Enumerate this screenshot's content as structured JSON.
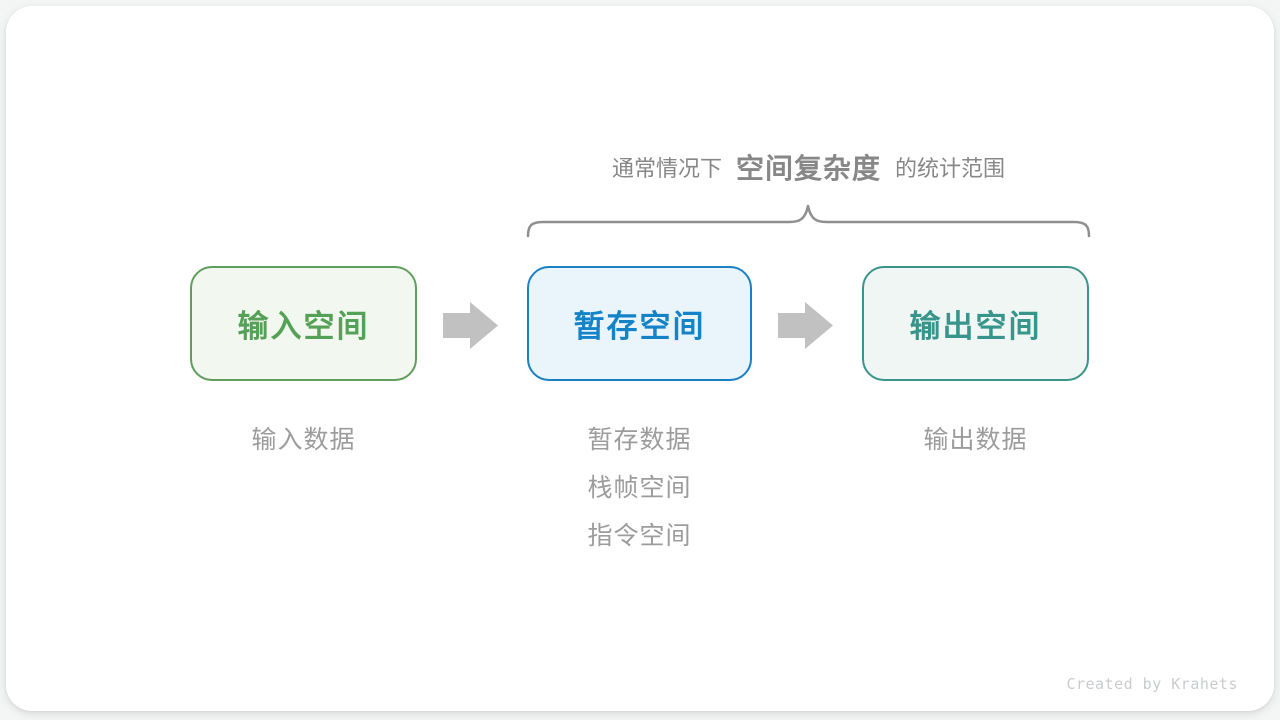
{
  "title": {
    "prefix": "通常情况下",
    "highlight": "空间复杂度",
    "suffix": "的统计范围"
  },
  "boxes": [
    {
      "label": "输入空间",
      "border_color": "#5f9e5d",
      "bg_color": "#f2f8ef",
      "text_color": "#56a158"
    },
    {
      "label": "暂存空间",
      "border_color": "#1a80c3",
      "bg_color": "#eaf4fb",
      "text_color": "#1583c8"
    },
    {
      "label": "输出空间",
      "border_color": "#3b9489",
      "bg_color": "#eff6f4",
      "text_color": "#37958b"
    }
  ],
  "annotations": [
    {
      "lines": [
        "输入数据"
      ]
    },
    {
      "lines": [
        "暂存数据",
        "栈帧空间",
        "指令空间"
      ]
    },
    {
      "lines": [
        "输出数据"
      ]
    }
  ],
  "credit": "Created by Krahets",
  "colors": {
    "arrow": "#c1c1c1",
    "brace": "#8f8f8f",
    "title_text": "#878787",
    "annotation_text": "#9c9c9c",
    "credit_text": "#c9cbcd",
    "page_bg": "#f4f5f5",
    "card_bg": "#ffffff"
  }
}
